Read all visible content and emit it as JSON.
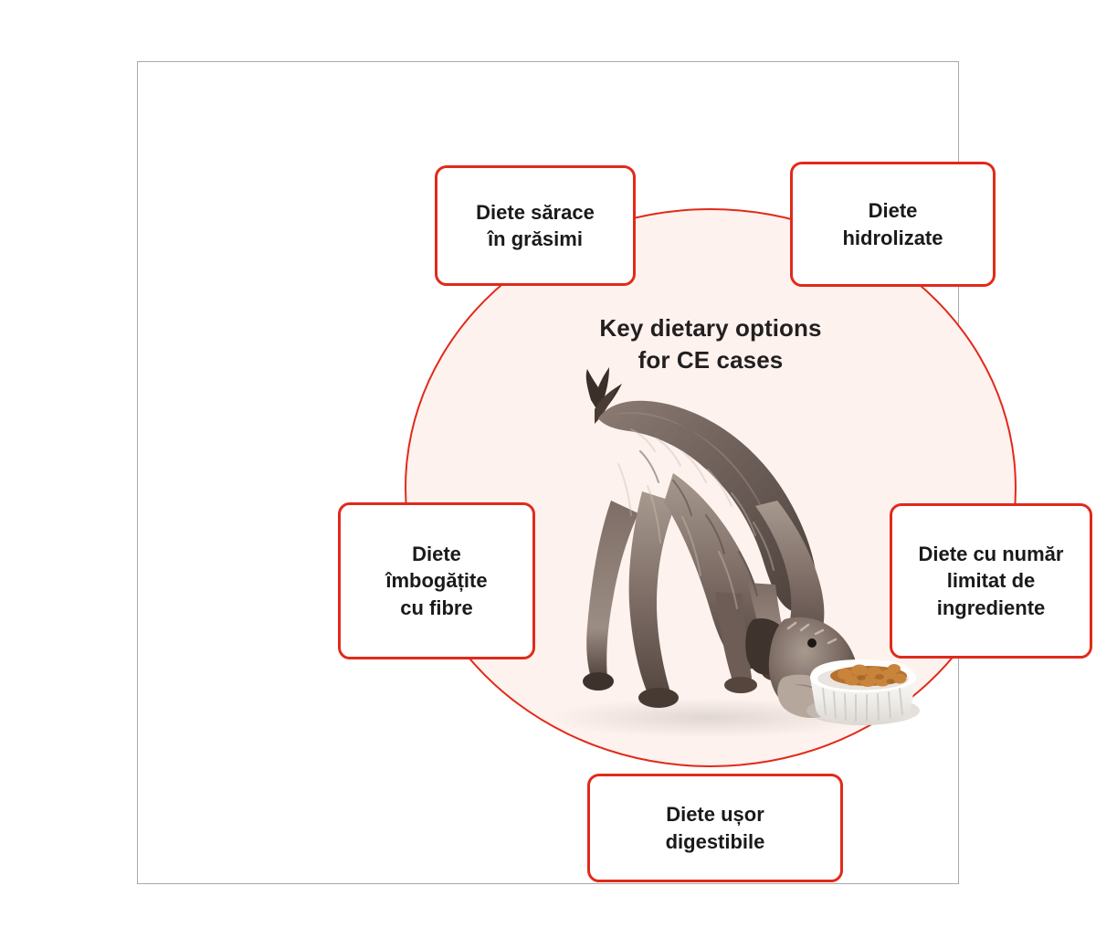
{
  "figure": {
    "center_title_line1": "Key dietary options",
    "center_title_line2": "for CE cases",
    "accent_color": "#e12a1b",
    "circle_fill_color": "#fdf2ee",
    "frame_border_color": "#a8a8a8",
    "text_color": "#1a1a1a"
  },
  "nodes": [
    {
      "id": "low-fat",
      "line1": "Diete sărace",
      "line2": "în grăsimi",
      "position": "top-left"
    },
    {
      "id": "hydrolysed",
      "line1": "Diete",
      "line2": "hidrolizate",
      "position": "top-right"
    },
    {
      "id": "fibre-enriched",
      "line1": "Diete",
      "line2": "îmbogățite",
      "line3": "cu fibre",
      "position": "left"
    },
    {
      "id": "limited-ingredient",
      "line1": "Diete cu număr",
      "line2": "limitat de",
      "line3": "ingrediente",
      "position": "right"
    },
    {
      "id": "highly-digestible",
      "line1": "Diete ușor",
      "line2": "digestibile",
      "position": "bottom"
    }
  ],
  "photo": {
    "subject": "dog-eating-from-bowl",
    "description": "Grey wire-haired terrier eating kibble from a white ribbed bowl"
  }
}
